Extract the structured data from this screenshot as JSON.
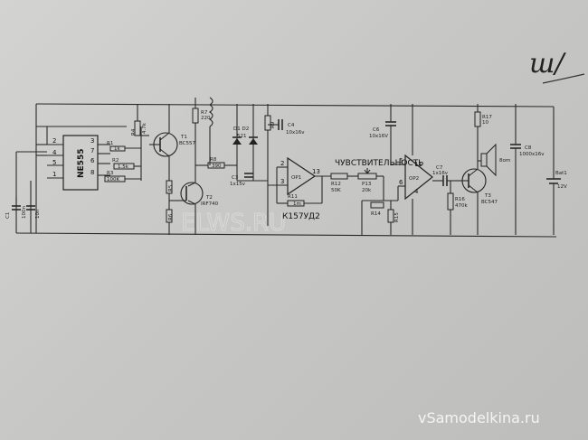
{
  "chips": {
    "timer": "NE555",
    "opamp_type": "К157УД2",
    "op1": "OP1",
    "op2": "OP2"
  },
  "heading": "ЧУВСТВИТЕЛЬНОСТЬ",
  "ne555_pins": [
    "2",
    "4",
    "5",
    "1",
    "3",
    "7",
    "6",
    "8"
  ],
  "op1_pins": [
    "2",
    "3",
    "13"
  ],
  "op2_pins": [
    "5",
    "6",
    "11",
    "4"
  ],
  "labels": {
    "c1_name": "C1",
    "c1_val": "100n",
    "c2_val": "10n",
    "r1_name": "R1",
    "r1_val": "1k",
    "r2_name": "R2",
    "r2_val": "1.5k",
    "r3_name": "R3",
    "r3_val": "100K",
    "r4": "R4",
    "r4_val": "4.7k",
    "t1_name": "T1",
    "t1_type": "BC557",
    "r7_name": "R7",
    "r7_val": "220",
    "d1d2": "D1 D2",
    "d_type": "521",
    "r8_name": "R8",
    "r8_val": "390",
    "r5": "R5",
    "r6": "R6",
    "t2_name": "T2",
    "t2_type": "IRF740",
    "c3_name": "C3",
    "c3_val": "1x15v",
    "r9": "R9",
    "c4_name": "C4",
    "c4_val": "10x16v",
    "r11_name": "R11",
    "r11_val": "1m",
    "r12_name": "R12",
    "r12_val": "50K",
    "p13_name": "P13",
    "p13_val": "20k",
    "r14": "R14",
    "r15": "R15",
    "c6_name": "C6",
    "c6_val": "10x16V",
    "c7_name": "C7",
    "c7_val": "1x16v",
    "r17_name": "R17",
    "r17_val": "10",
    "r16_name": "R16",
    "r16_val": "470k",
    "t3_name": "T3",
    "t3_type": "BC547",
    "speaker": "8om",
    "c8_name": "C8",
    "c8_val": "1000x16v",
    "bat_name": "Bat1",
    "bat_val": "12V"
  },
  "handwriting": "ш/",
  "watermark": "vSamodelkina.ru",
  "ghost_watermark": "ELWS.RU"
}
